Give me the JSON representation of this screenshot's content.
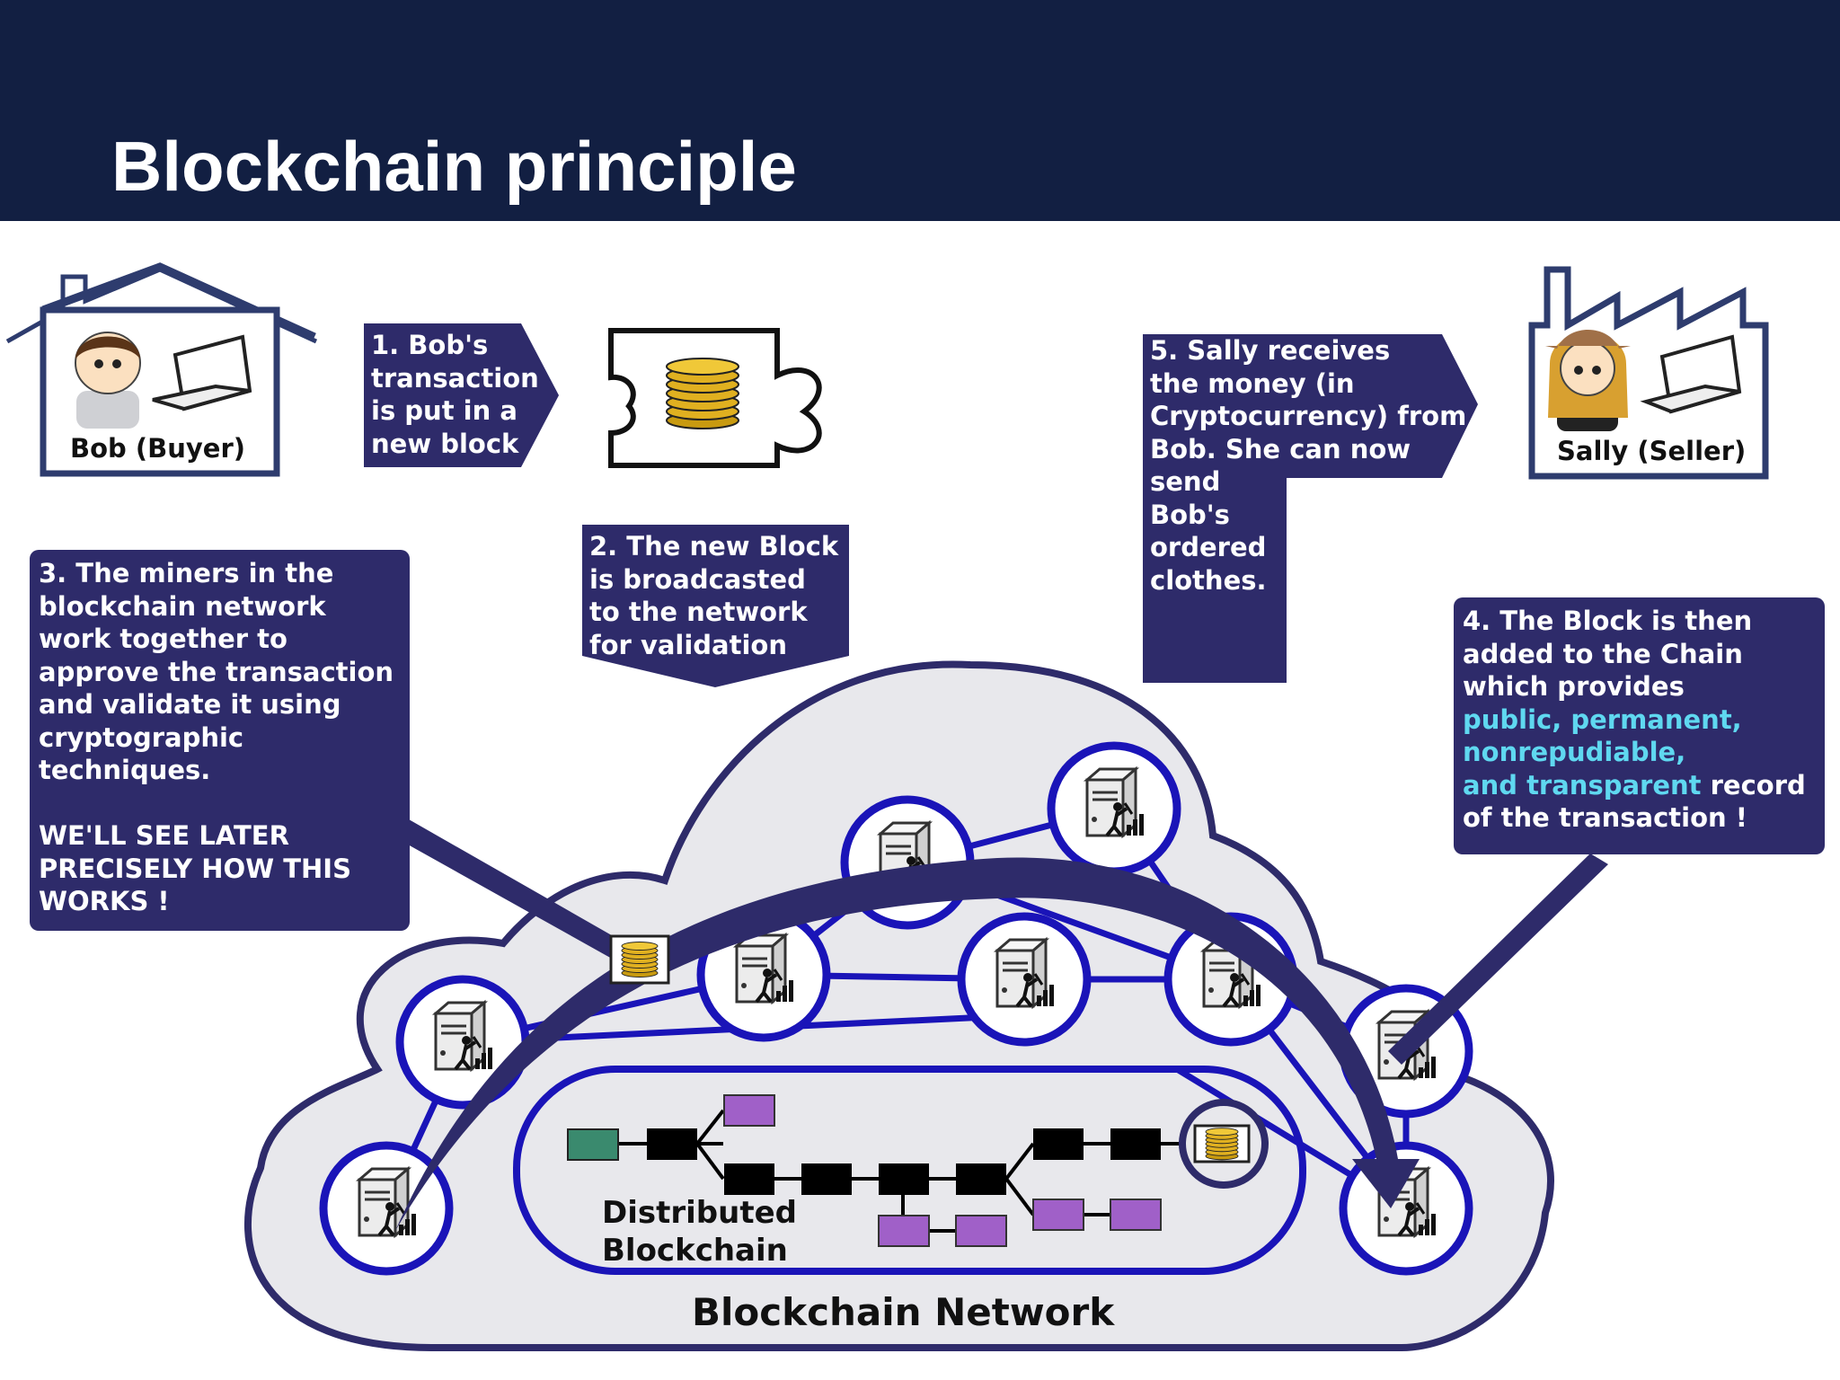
{
  "title": "Blockchain principle",
  "colors": {
    "header_bg": "#121f42",
    "step_box_bg": "#2e2b6a",
    "highlight_text": "#5fd8f0",
    "node_ring": "#1a14b8",
    "cloud_fill": "#e8e8ec",
    "genesis_block": "#3a8a6e",
    "chain_block": "#000000",
    "orphan_block": "#a060c8",
    "coin": "#e0b020"
  },
  "actors": {
    "buyer": "Bob (Buyer)",
    "seller": "Sally (Seller)"
  },
  "steps": {
    "step1": "1. Bob's\ntransaction\nis put in a\nnew block",
    "step2": "2. The new Block\nis broadcasted\nto the network\nfor validation",
    "step3": "3. The miners in the\nblockchain network\nwork together to\napprove the transaction\nand validate it using\ncryptographic\ntechniques.\n\nWE'LL SEE LATER\nPRECISELY HOW THIS\nWORKS !",
    "step4": {
      "l1": "4. The Block is then",
      "l2": "added to the Chain",
      "l3": "which provides",
      "l4": "public, permanent,",
      "l5": "nonrepudiable,",
      "l6a": "and transparent",
      "l6b": " record",
      "l7": "of the transaction !"
    },
    "step5a": "5. Sally receives\nthe money (in\nCryptocurrency) from\nBob. She can now",
    "step5b": "send\nBob's\nordered\nclothes."
  },
  "labels": {
    "network": "Blockchain Network",
    "ledger_line1": "Distributed",
    "ledger_line2": "Blockchain"
  },
  "icons": [
    "house-icon",
    "factory-icon",
    "person-bob-icon",
    "person-sally-icon",
    "laptop-icon",
    "coin-stack-icon",
    "puzzle-block-icon",
    "server-miner-icon",
    "cloud-shape"
  ]
}
